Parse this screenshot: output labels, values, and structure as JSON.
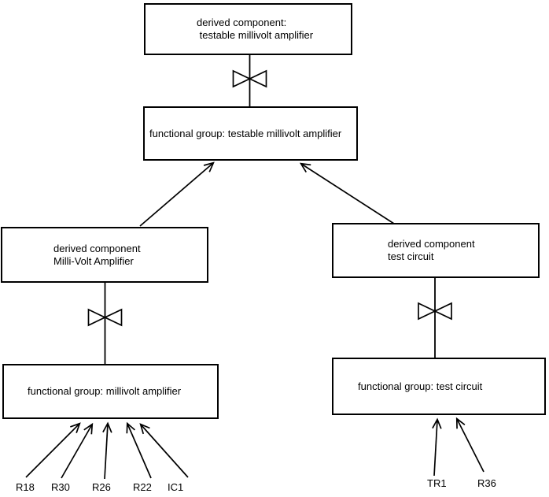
{
  "nodes": {
    "derived_testable": {
      "label": "derived component:\n testable millivolt amplifier"
    },
    "functional_testable": {
      "label": "functional group: testable millivolt amplifier"
    },
    "derived_mv": {
      "label": "derived component\nMilli-Volt Amplifier"
    },
    "functional_mv": {
      "label": "functional group: millivolt amplifier"
    },
    "derived_tc": {
      "label": "derived component\ntest circuit"
    },
    "functional_tc": {
      "label": "functional group: test circuit"
    }
  },
  "components": {
    "millivolt_amplifier": [
      "R18",
      "R30",
      "R26",
      "R22",
      "IC1"
    ],
    "test_circuit": [
      "TR1",
      "R36"
    ]
  },
  "icons": {
    "bowtie": "bowtie-refinement-icon",
    "arrowhead": "open-arrowhead-icon"
  },
  "colors": {
    "background": "#ffffff",
    "line": "#000000",
    "text": "#000000"
  }
}
